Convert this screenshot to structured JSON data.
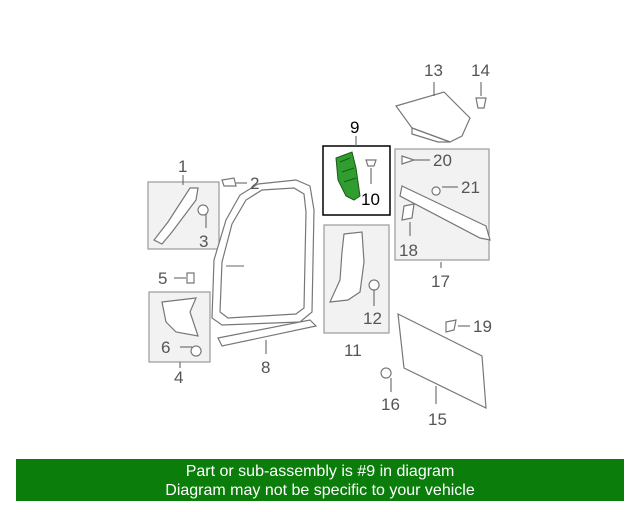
{
  "callouts": {
    "c1": "1",
    "c2": "2",
    "c3": "3",
    "c4": "4",
    "c5": "5",
    "c6": "6",
    "c8": "8",
    "c9": "9",
    "c10": "10",
    "c11": "11",
    "c12": "12",
    "c13": "13",
    "c14": "14",
    "c15": "15",
    "c16": "16",
    "c17": "17",
    "c18": "18",
    "c19": "19",
    "c20": "20",
    "c21": "21"
  },
  "highlight": {
    "part": "9",
    "color": "#2f9e2f"
  },
  "banner": {
    "line1": "Part or sub-assembly is #9 in diagram",
    "line2": "Diagram may not be specific to your vehicle",
    "background": "#0a7d0a"
  }
}
